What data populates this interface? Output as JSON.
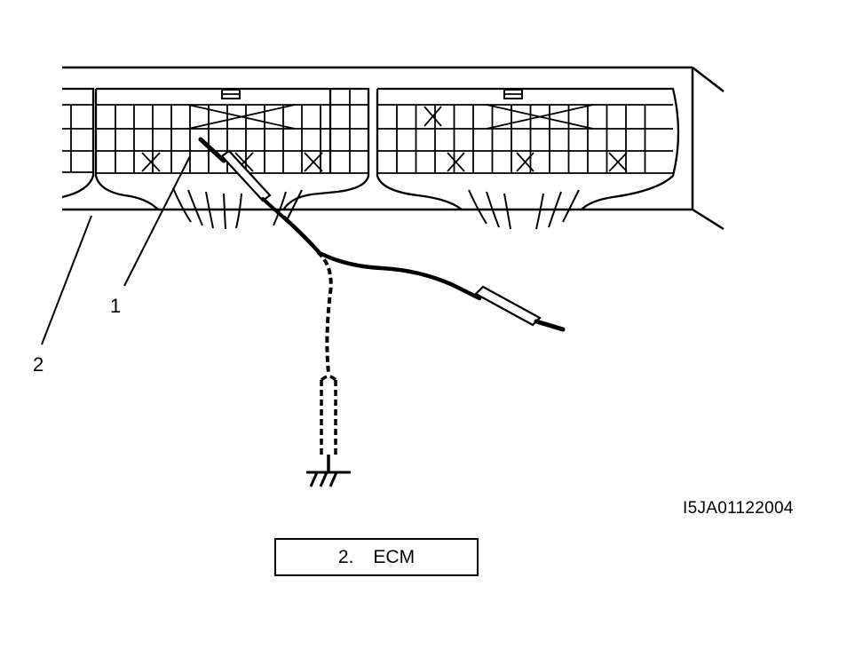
{
  "callouts": {
    "probe": "1",
    "ecm": "2"
  },
  "figure_id": "I5JA01122004",
  "legend": {
    "number": "2.",
    "label": "ECM"
  }
}
